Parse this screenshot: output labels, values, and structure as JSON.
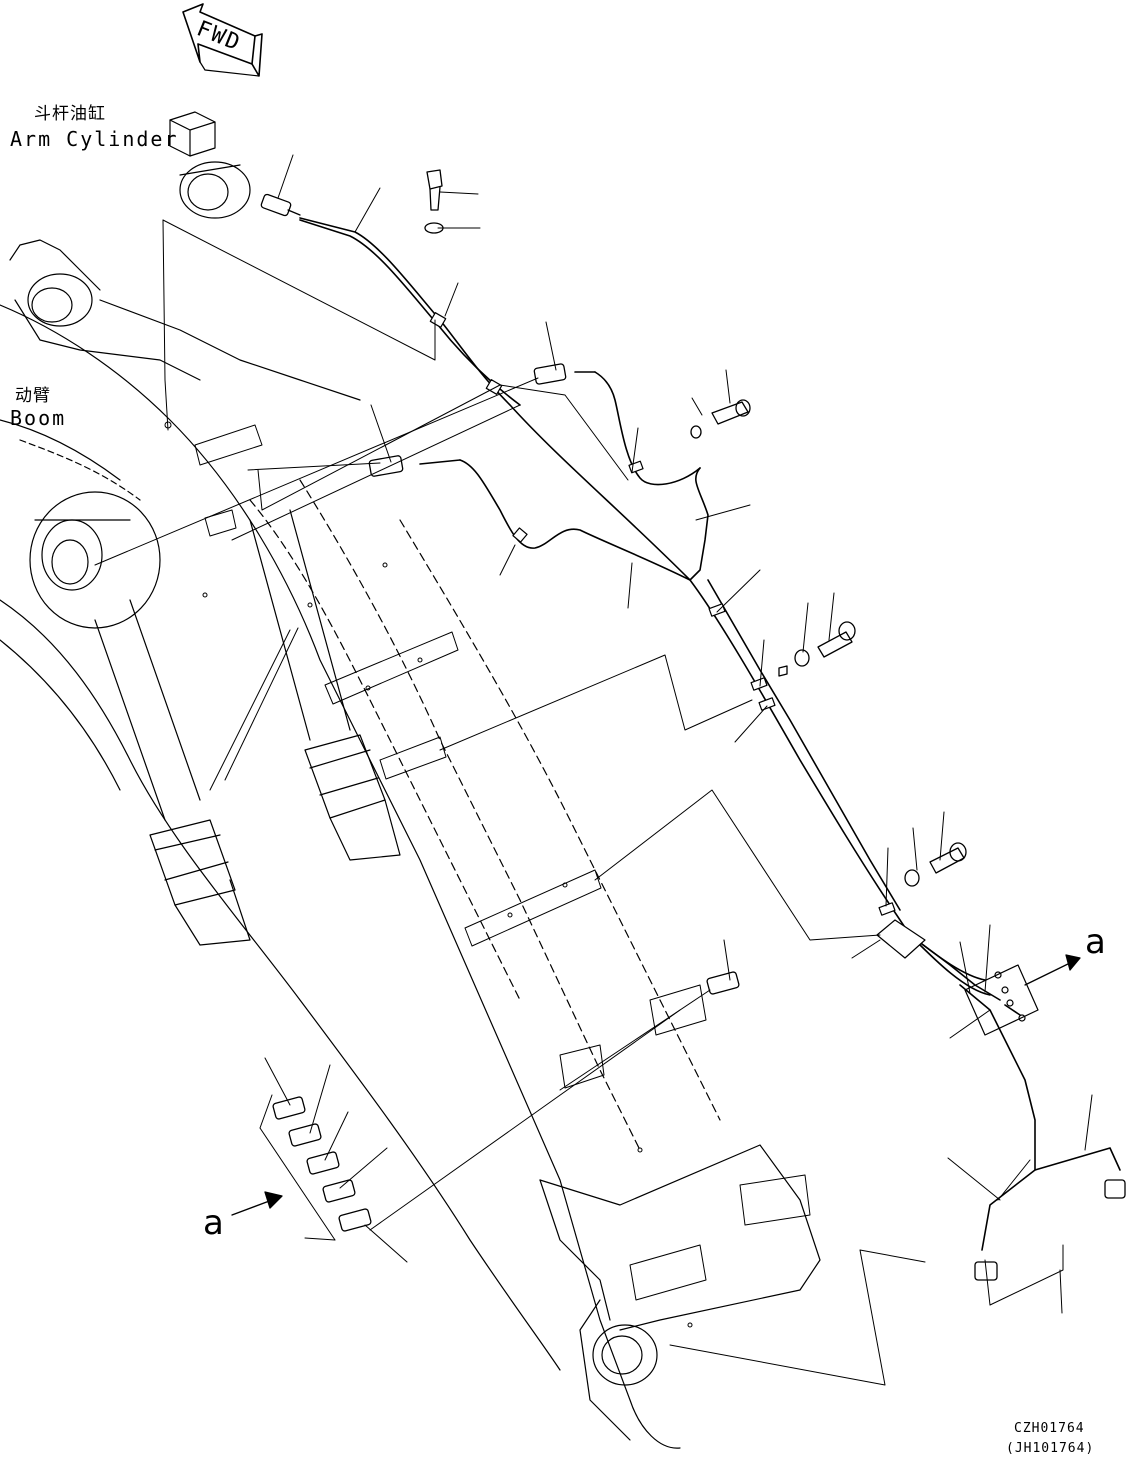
{
  "direction_arrow": {
    "label": "FWD"
  },
  "labels": {
    "arm_cylinder_cn": "斗杆油缸",
    "arm_cylinder_en": "Arm Cylinder",
    "boom_cn": "动臂",
    "boom_en": "Boom"
  },
  "callouts": {
    "a_right": "a",
    "a_left": "a"
  },
  "drawing_ref": {
    "code": "CZH01764",
    "alt_code": "(JH101764)"
  }
}
